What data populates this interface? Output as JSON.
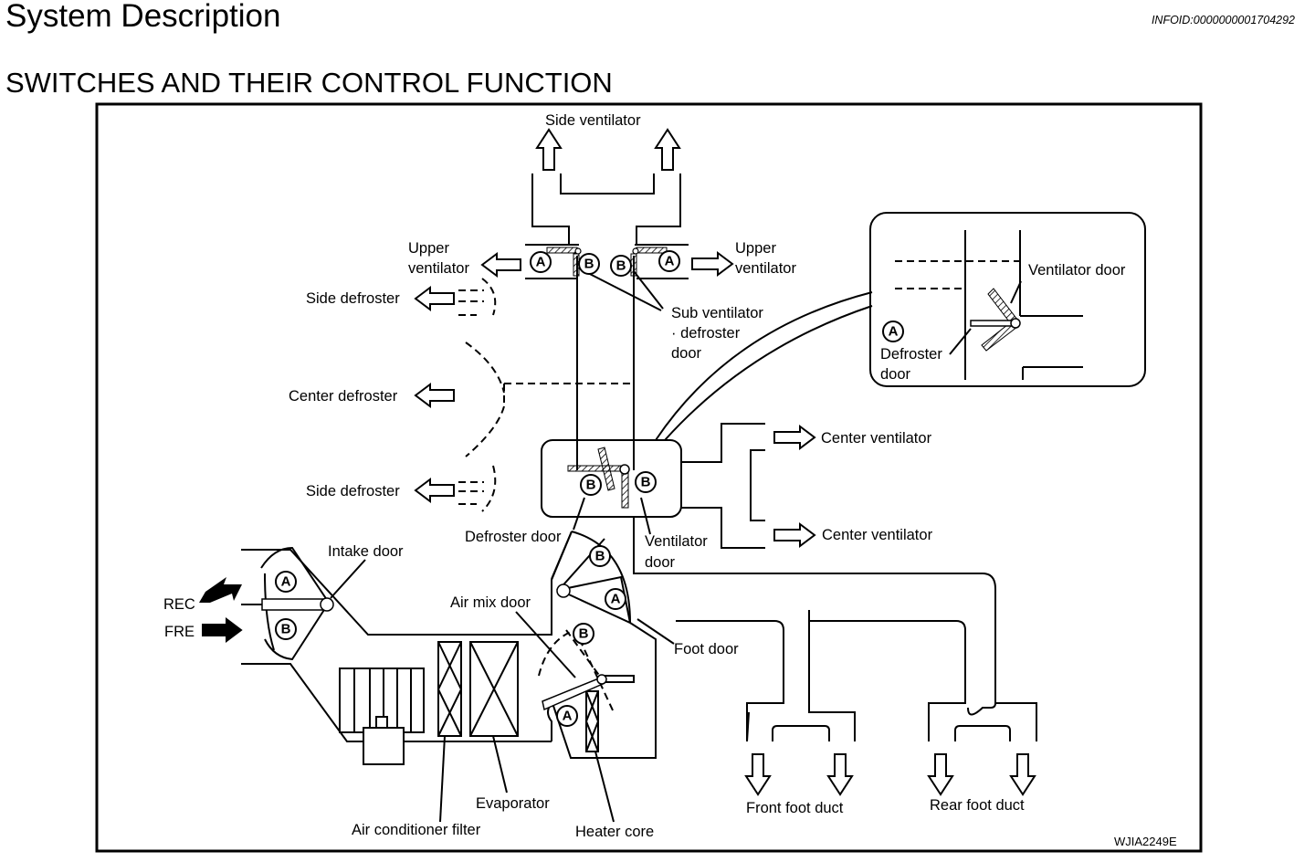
{
  "header": {
    "title": "System Description",
    "infoid": "INFOID:0000000001704292",
    "section": "SWITCHES AND THEIR CONTROL FUNCTION"
  },
  "diagram": {
    "labels": {
      "side_ventilator": "Side ventilator",
      "upper": "Upper",
      "ventilator": "ventilator",
      "side_defroster": "Side defroster",
      "center_defroster": "Center defroster",
      "sub_vent_1": "Sub ventilator",
      "sub_vent_2": "· defroster",
      "sub_vent_3": "door",
      "inset_ventilator_door": "Ventilator door",
      "inset_defroster": "Defroster",
      "inset_door": "door",
      "center_ventilator": "Center ventilator",
      "defroster_door": "Defroster door",
      "ventilator_door_1": "Ventilator",
      "ventilator_door_2": "door",
      "intake_door": "Intake door",
      "rec": "REC",
      "fre": "FRE",
      "air_mix_door": "Air mix door",
      "foot_door": "Foot door",
      "evaporator": "Evaporator",
      "ac_filter": "Air conditioner filter",
      "heater_core": "Heater core",
      "front_foot_duct": "Front foot duct",
      "rear_foot_duct": "Rear foot duct",
      "figure_code": "WJIA2249E"
    },
    "markers": {
      "a": "A",
      "b": "B"
    }
  }
}
